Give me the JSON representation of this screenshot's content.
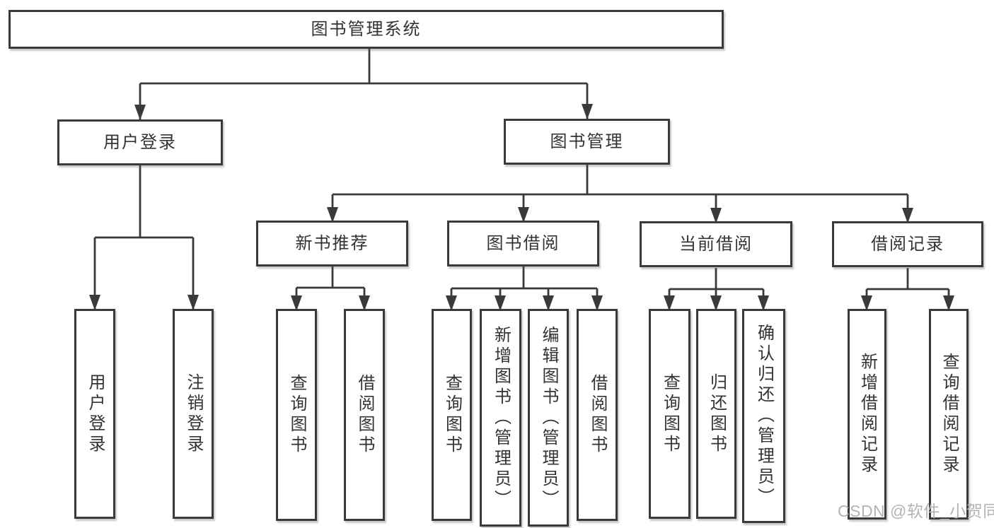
{
  "nodes": {
    "root": "图书管理系统",
    "level2": [
      "用户登录",
      "图书管理"
    ],
    "login_children": [
      "用户登录",
      "注销登录"
    ],
    "sections": [
      {
        "label": "新书推荐",
        "children": [
          "查询图书",
          "借阅图书"
        ]
      },
      {
        "label": "图书借阅",
        "children": [
          "查询图书",
          "新增图书（管理员）",
          "编辑图书（管理员）",
          "借阅图书"
        ]
      },
      {
        "label": "当前借阅",
        "children": [
          "查询图书",
          "归还图书",
          "确认归还（管理员）"
        ]
      },
      {
        "label": "借阅记录",
        "children": [
          "新增借阅记录",
          "查询借阅记录"
        ]
      }
    ]
  },
  "watermark": "CSDN @软件_小贺同学",
  "colors": {
    "line": "#3a3a3a",
    "text": "#333333",
    "watermark": "#b4b4b4",
    "background": "#ffffff"
  }
}
